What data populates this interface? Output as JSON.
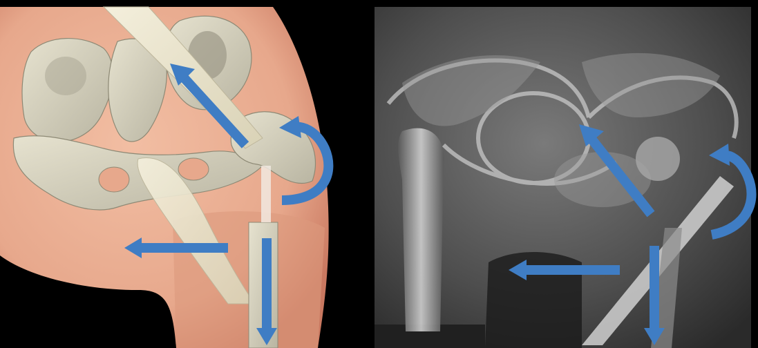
{
  "figure": {
    "panels": [
      {
        "kind": "anatomical-illustration",
        "subject": "hip-and-proximal-femur"
      },
      {
        "kind": "radiograph",
        "subject": "pelvis-and-proximal-femur-fracture"
      }
    ],
    "colors": {
      "arrow": "#3f7dc4",
      "arrow_edge": "#2d5f9c",
      "skin": "#e7a88c",
      "skin_dark": "#cd7f66",
      "bone": "#dad6c2",
      "bone_shadow": "#a8a491",
      "muscle": "#ece6cf",
      "xray_bg": "#4a4a4a",
      "xray_bone": "#bdbdbd"
    },
    "icons": [
      "curved-arrow-icon",
      "straight-arrow-icon"
    ]
  }
}
